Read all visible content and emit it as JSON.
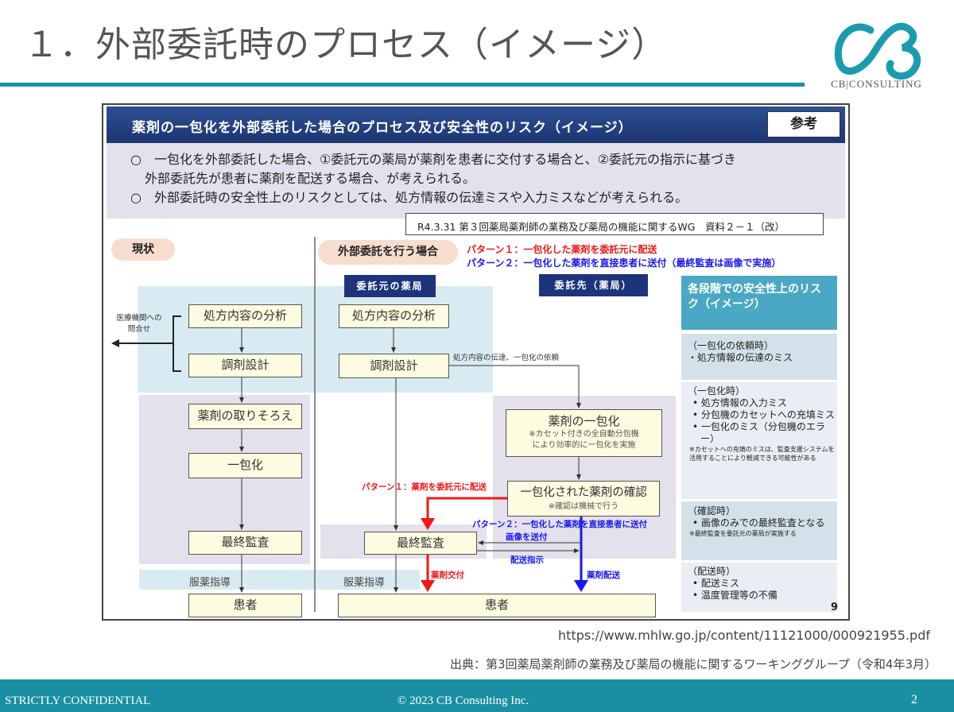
{
  "slide": {
    "title": "１．外部委託時のプロセス（イメージ）",
    "logo_text": "CB|CONSULTING",
    "url": "https://www.mhlw.go.jp/content/11121000/000921955.pdf",
    "citation": "出典：第3回薬局薬剤師の業務及び薬局の機能に関するワーキンググループ（令和4年3月）",
    "page_number": "2"
  },
  "figure": {
    "header": "薬剤の一包化を外部委託した場合のプロセス及び安全性のリスク（イメージ）",
    "ref_label": "参考",
    "bullets": [
      "○　一包化を外部委託した場合、①委託元の薬局が薬剤を患者に交付する場合と、②委託元の指示に基づき",
      "外部委託先が患者に薬剤を配送する場合、が考えられる。",
      "○　外部委託時の安全性上のリスクとしては、処方情報の伝達ミスや入力ミスなどが考えられる。"
    ],
    "source": "R4.3.31 第３回薬局薬剤師の業務及び薬局の機能に関するWG　資料２－１（改）",
    "current_label": "現状",
    "outsource_label": "外部委託を行う場合",
    "pattern1": "パターン１：一包化した薬剤を委託元に配送",
    "pattern2": "パターン２：一包化した薬剤を直接患者に送付（最終監査は画像で実施）",
    "origin_pharmacy": "委託元の薬局",
    "contractor_pharmacy": "委託先（薬局）",
    "inquiry": [
      "医療機関への",
      "問合せ"
    ],
    "steps_left": [
      "処方内容の分析",
      "調剤設計",
      "薬剤の取りそろえ",
      "一包化",
      "最終監査",
      "患者"
    ],
    "steps_right": [
      "処方内容の分析",
      "調剤設計",
      "最終監査",
      "患者"
    ],
    "guidance": "服薬指導",
    "handoff": "処方内容の伝達、一包化の依頼",
    "packaging_title": "薬剤の一包化",
    "packaging_note": [
      "※カセット付きの全自動分包機",
      "により効率的に一包化を実施"
    ],
    "confirm_title": "一包化された薬剤の確認",
    "confirm_note": "※確認は機械で行う",
    "p1_arrow": "パターン１：薬剤を委託元に配送",
    "p2_arrow": "パターン２：一包化した薬剤を直接患者に送付",
    "send_image": "画像を送付",
    "ship_instruction": "配送指示",
    "drug_delivery_hand": "薬剤交付",
    "drug_delivery_ship": "薬剤配送",
    "risk_header": "各段階での安全性上のリスク（イメージ）",
    "risks": [
      {
        "title": "（一包化の依頼時）",
        "items": [
          "・処方情報の伝達のミス"
        ],
        "note": ""
      },
      {
        "title": "（一包化時）",
        "items": [
          "•  処方情報の入力ミス",
          "•  分包機のカセットへの充填ミス",
          "•  一包化のミス（分包機のエラー）"
        ],
        "note": "※カセットへの充填のミスは、監査支援システムを活用することにより軽減できる可能性がある"
      },
      {
        "title": "（確認時）",
        "items": [
          "•  画像のみでの最終監査となる"
        ],
        "note": "※最終監査を委託元の薬局が実施する"
      },
      {
        "title": "（配送時）",
        "items": [
          "•  配送ミス",
          "•  温度管理等の不備"
        ],
        "note": ""
      }
    ],
    "figure_page": "9"
  },
  "footer": {
    "left": "STRICTLY CONFIDENTIAL",
    "center": "© 2023 CB Consulting Inc.",
    "right": "2"
  },
  "colors": {
    "teal": "#1a8fa3",
    "navy": "#1d347c",
    "red": "#f01818",
    "blue": "#1818f0"
  }
}
